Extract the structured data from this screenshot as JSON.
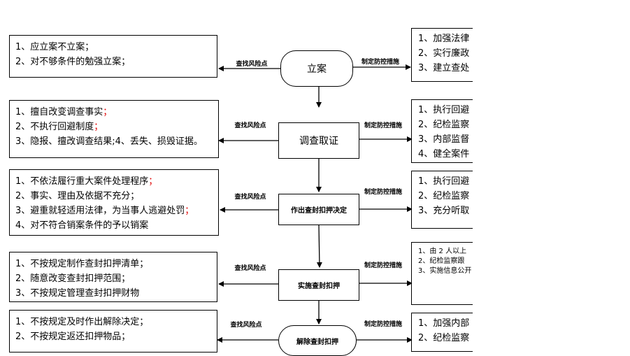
{
  "labels": {
    "risk": "查找风险点",
    "measure": "制定防控措施"
  },
  "nodes": [
    {
      "text": "立案"
    },
    {
      "text": "调查取证"
    },
    {
      "text": "作出查封扣押决定"
    },
    {
      "text": "实施查封扣押"
    },
    {
      "text": "解除查封扣押"
    }
  ],
  "risks": [
    {
      "lines": [
        "1、应立案不立案；",
        "2、对不够条件的勉强立案；"
      ]
    },
    {
      "lines": [
        "1、擅自改变调查事实；",
        "2、不执行回避制度；",
        "3、隐报、擅改调查结果;4、丢失、损毁证据。"
      ]
    },
    {
      "lines": [
        "1、不依法履行重大案件处理程序；",
        "2、事实、理由及依据不充分；",
        "3、避重就轻适用法律，为当事人逃避处罚；",
        "4、对不符合销案条件的予以销案"
      ]
    },
    {
      "lines": [
        "1、不按规定制作查封扣押清单；",
        "2、随意改变查封扣押范围；",
        "3、不按规定管理查封扣押财物"
      ]
    },
    {
      "lines": [
        "1、不按规定及时作出解除决定；",
        "2、不按规定返还扣押物品；"
      ]
    }
  ],
  "measures": [
    {
      "lines": [
        "1、加强法律",
        "2、实行廉政",
        "3、建立查处"
      ]
    },
    {
      "lines": [
        "1、执行回避",
        "2、纪检监察",
        "3、内部监督",
        "4、健全案件"
      ]
    },
    {
      "lines": [
        "1、执行回避",
        "2、纪检监察",
        "3、充分听取"
      ]
    },
    {
      "lines": [
        "1、由 2 人以上",
        "2、纪检监察跟",
        "3、实施信息公开"
      ]
    },
    {
      "lines": [
        "1、加强内部",
        "2、纪检监察"
      ]
    }
  ]
}
